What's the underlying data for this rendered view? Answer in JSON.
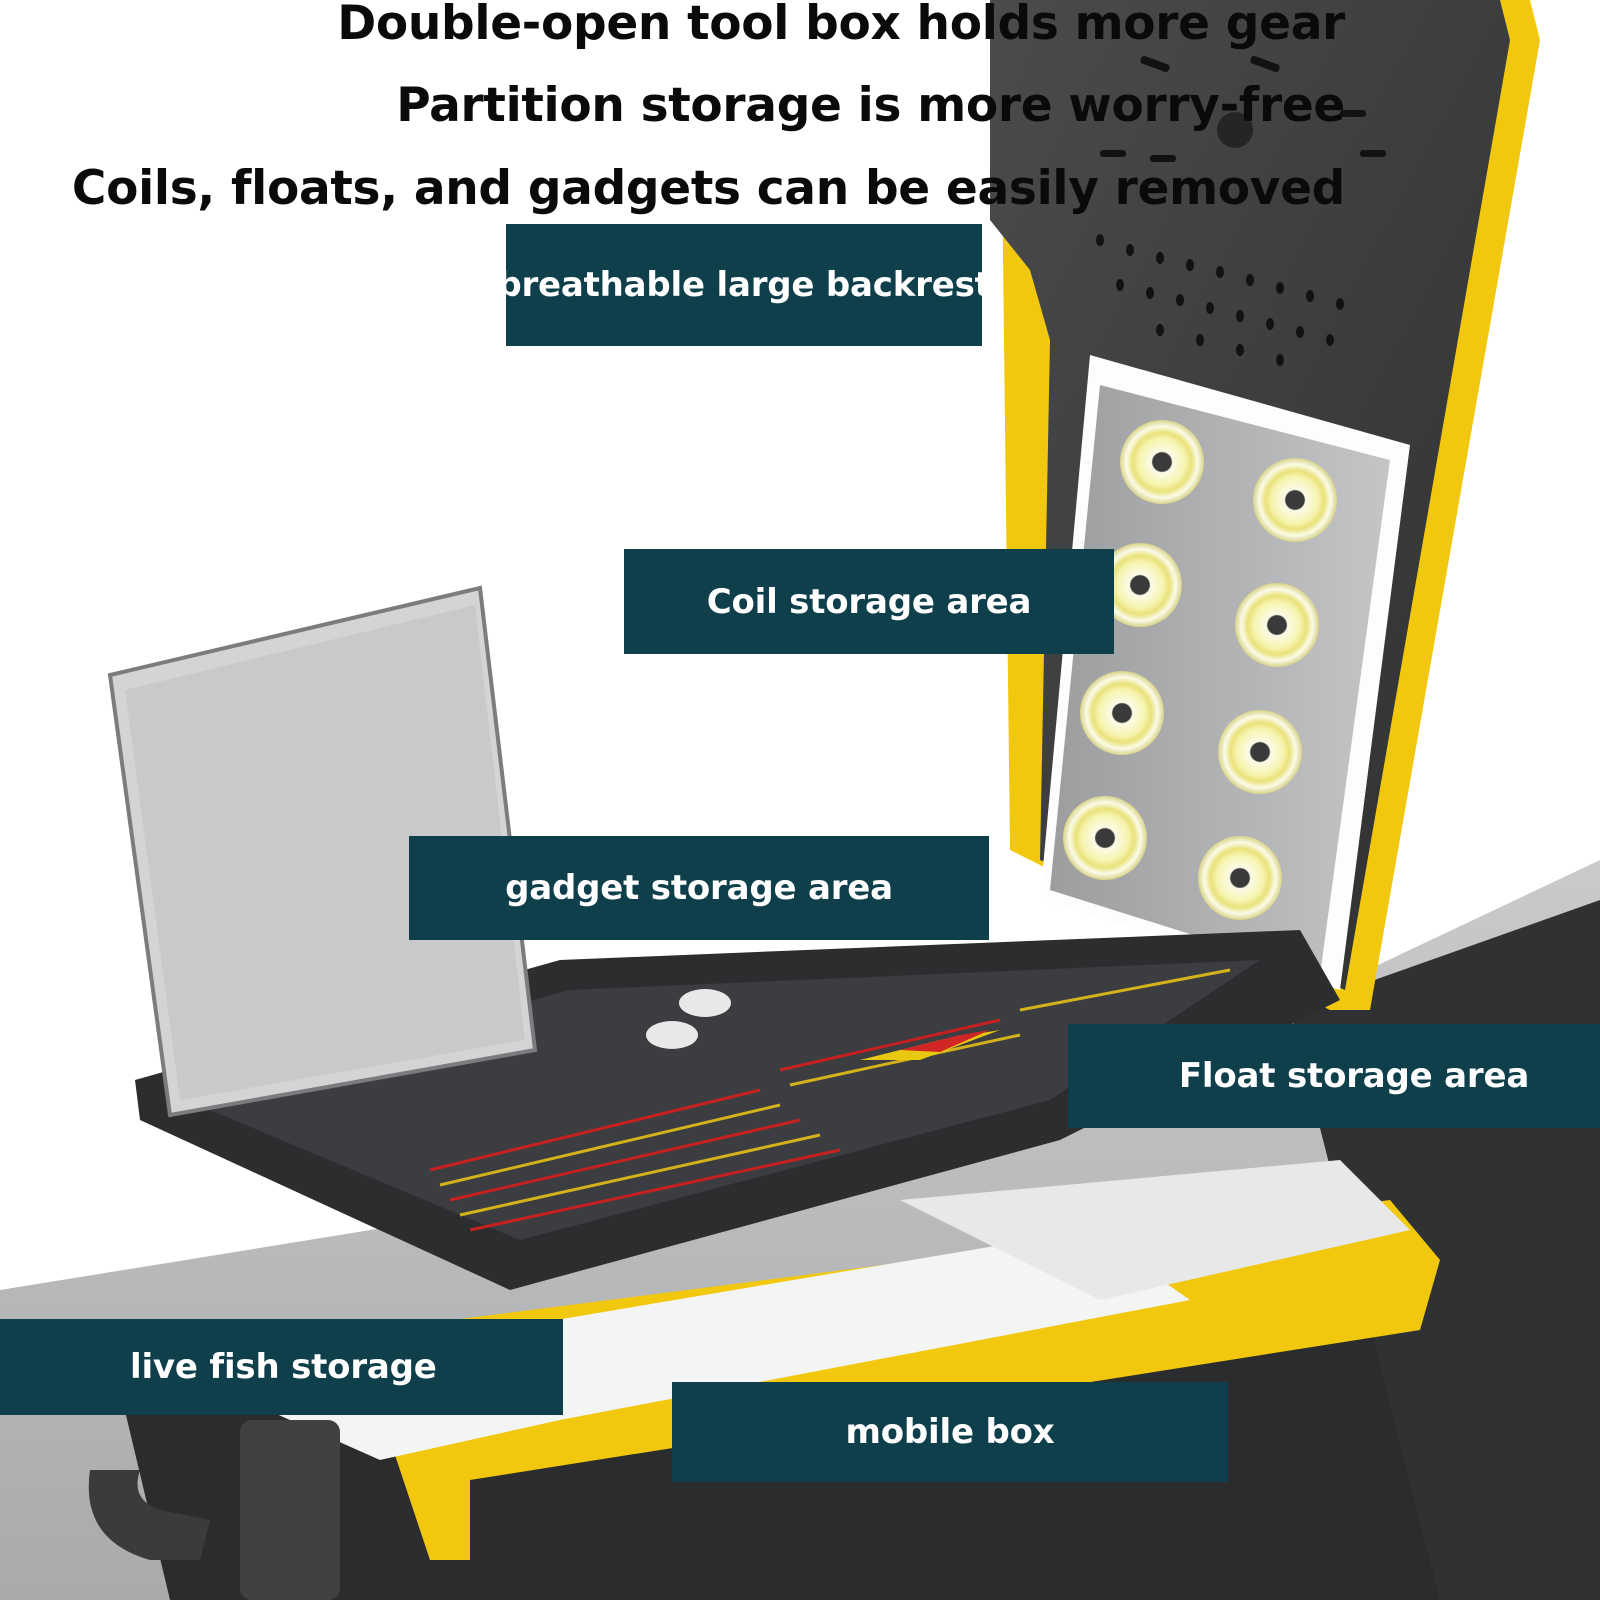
{
  "headlines": {
    "line1": "Double-open tool box holds more gear",
    "line2": "Partition storage is more worry-free",
    "line3": "Coils, floats, and gadgets can be easily removed"
  },
  "labels": {
    "backrest": "breathable large backrest",
    "coil": "Coil storage area",
    "gadget": "gadget storage area",
    "float": "Float storage area",
    "live_fish": "live fish storage",
    "mobile_box": "mobile box"
  },
  "colors": {
    "label_bg": "#0e3f4b",
    "label_text": "#ffffff",
    "accent_yellow": "#f2c80f",
    "body_dark": "#2b2c2e",
    "headline_text": "#0a0a0a"
  }
}
